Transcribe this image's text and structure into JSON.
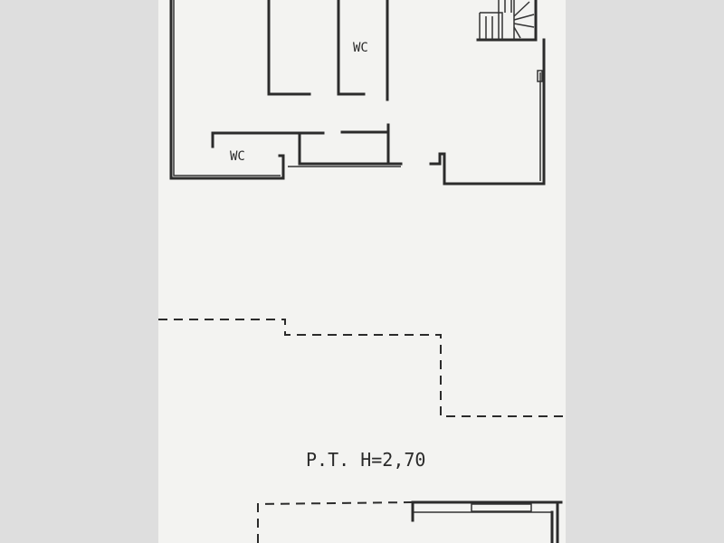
{
  "plan": {
    "rooms": [
      {
        "label": "WC"
      },
      {
        "label": "WC"
      }
    ],
    "floor_label": "P.T. H=2,70"
  },
  "colors": {
    "paper": "#f3f3f1",
    "background": "#dedede",
    "ink": "#2b2b2b"
  }
}
